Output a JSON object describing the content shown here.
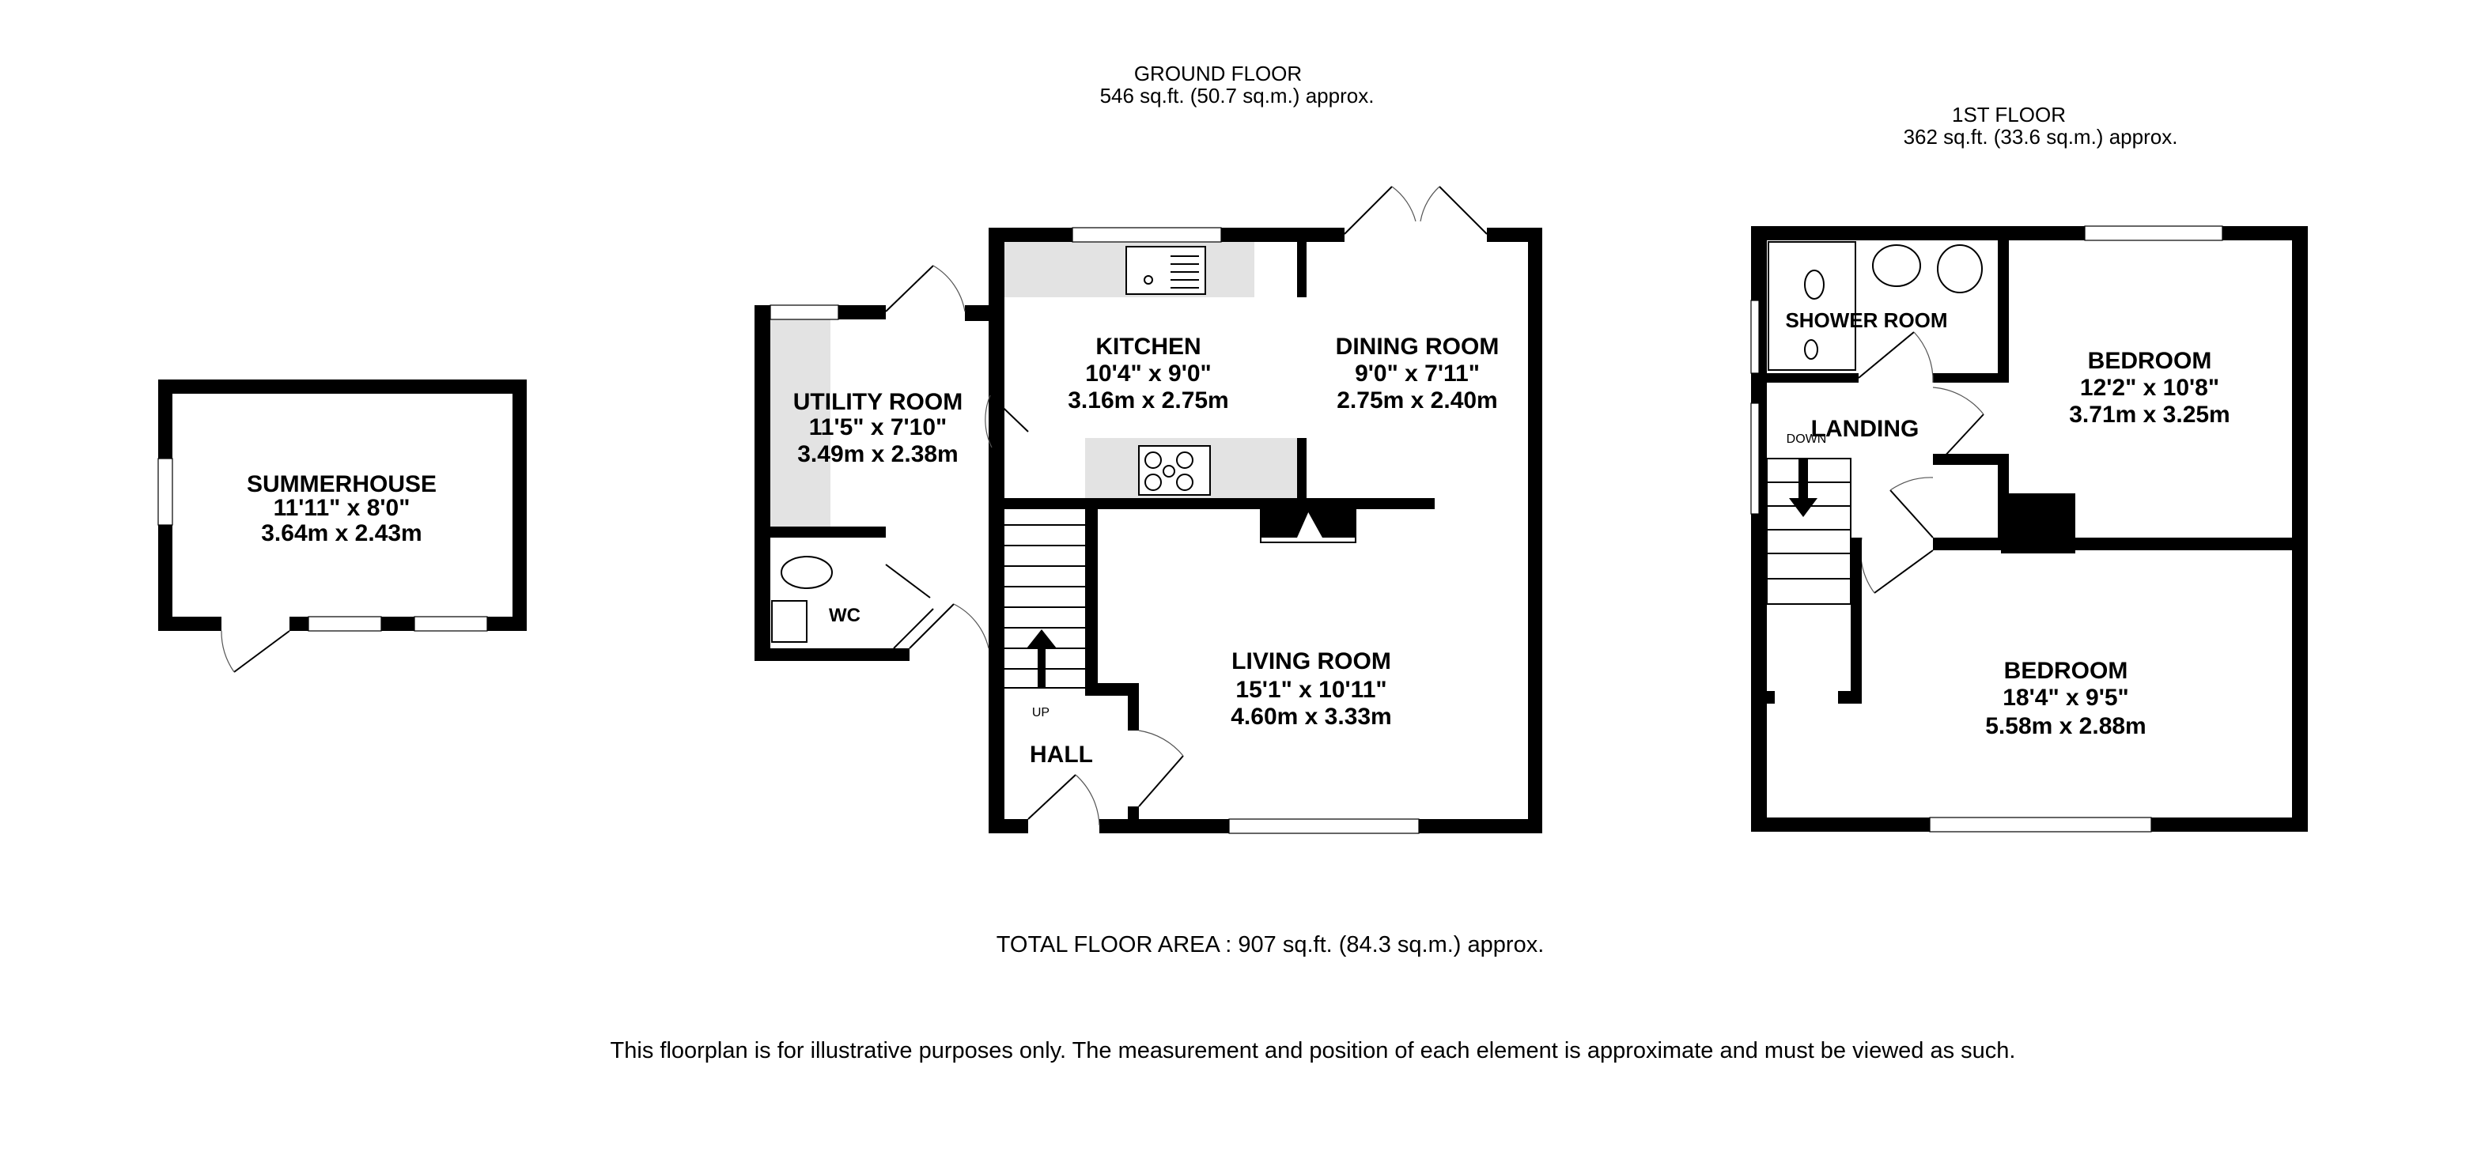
{
  "ground_floor": {
    "title": "GROUND FLOOR",
    "area": "546 sq.ft. (50.7 sq.m.) approx.",
    "rooms": {
      "kitchen": {
        "name": "KITCHEN",
        "imperial": "10'4\"  x 9'0\"",
        "metric": "3.16m  x 2.75m"
      },
      "dining": {
        "name": "DINING ROOM",
        "imperial": "9'0\"  x 7'11\"",
        "metric": "2.75m  x 2.40m"
      },
      "utility": {
        "name": "UTILITY ROOM",
        "imperial": "11'5\"  x 7'10\"",
        "metric": "3.49m  x 2.38m"
      },
      "living": {
        "name": "LIVING ROOM",
        "imperial": "15'1\"  x 10'11\"",
        "metric": "4.60m  x 3.33m"
      },
      "wc": {
        "name": "WC"
      },
      "hall": {
        "name": "HALL"
      }
    },
    "stairs_label": "UP"
  },
  "summerhouse": {
    "name": "SUMMERHOUSE",
    "imperial": "11'11\"  x 8'0\"",
    "metric": "3.64m  x 2.43m"
  },
  "first_floor": {
    "title": "1ST FLOOR",
    "area": "362 sq.ft. (33.6 sq.m.) approx.",
    "rooms": {
      "shower": {
        "name": "SHOWER ROOM"
      },
      "landing": {
        "name": "LANDING"
      },
      "bedroom1": {
        "name": "BEDROOM",
        "imperial": "12'2\"  x 10'8\"",
        "metric": "3.71m  x 3.25m"
      },
      "bedroom2": {
        "name": "BEDROOM",
        "imperial": "18'4\"  x 9'5\"",
        "metric": "5.58m  x 2.88m"
      }
    },
    "stairs_label": "DOWN"
  },
  "total_area": "TOTAL FLOOR AREA : 907 sq.ft. (84.3 sq.m.) approx.",
  "disclaimer": "This floorplan is for illustrative purposes only. The measurement and position of each element is approximate and must be viewed as such."
}
